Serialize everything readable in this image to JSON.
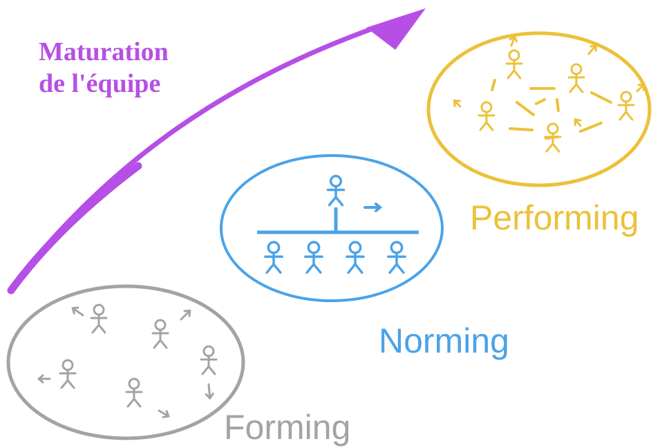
{
  "title": {
    "line1": "Maturation",
    "line2": "de l'équipe"
  },
  "stages": [
    {
      "key": "forming",
      "label": "Forming",
      "color": "#a3a3a3"
    },
    {
      "key": "norming",
      "label": "Norming",
      "color": "#4aa3e8"
    },
    {
      "key": "performing",
      "label": "Performing",
      "color": "#ecc13a"
    }
  ],
  "colors": {
    "arrow": "#b64fe6",
    "forming": "#a3a3a3",
    "norming": "#4aa3e8",
    "performing": "#ecc13a"
  },
  "icons": [
    "person-icon",
    "arrow-icon",
    "growth-arrow-icon"
  ]
}
